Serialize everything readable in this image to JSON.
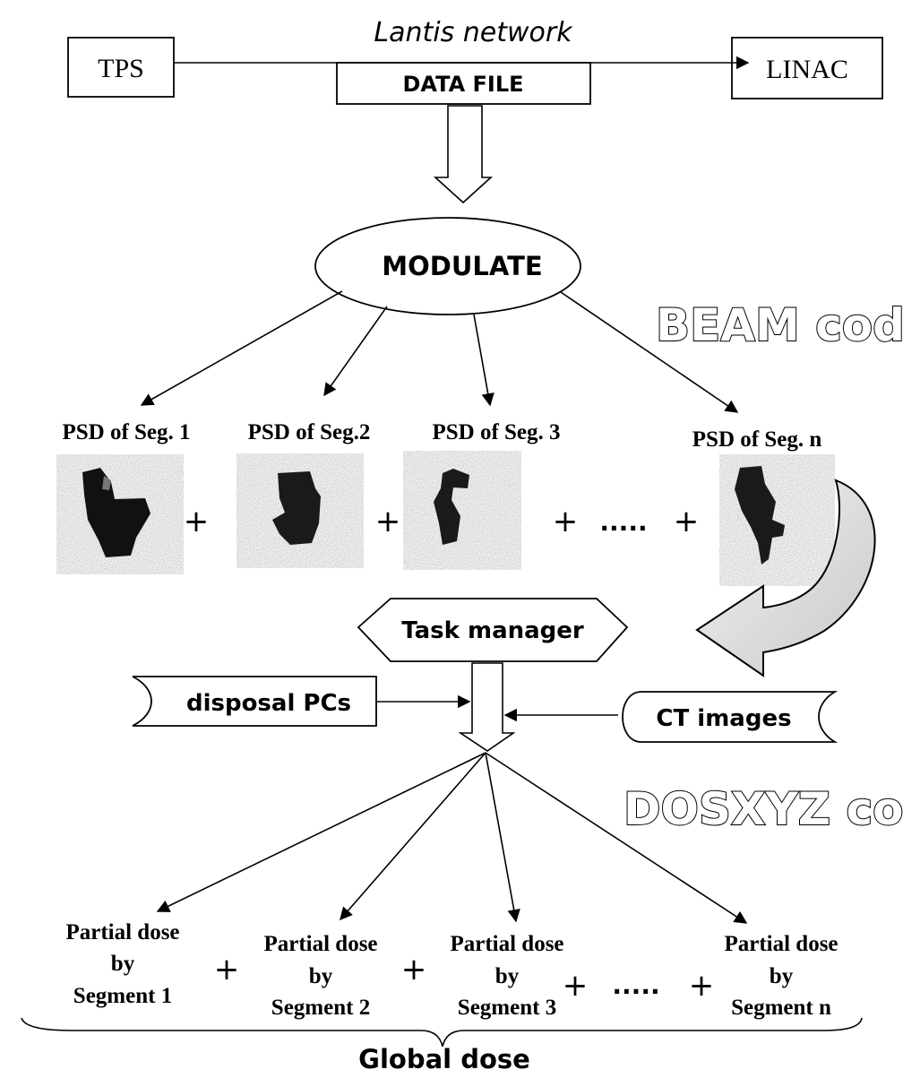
{
  "network": {
    "source": "TPS",
    "target": "LINAC",
    "label": "Lantis network",
    "data_file": "DATA FILE"
  },
  "modulate": "MODULATE",
  "beam_code": "BEAM code",
  "segments": [
    {
      "psd_label": "PSD of Seg. 1"
    },
    {
      "psd_label": "PSD of Seg.2"
    },
    {
      "psd_label": "PSD of Seg. 3"
    },
    {
      "psd_label": "PSD of Seg. n"
    }
  ],
  "operators": {
    "plus": "+",
    "ellipsis": "....."
  },
  "task_manager": "Task manager",
  "disposal_pcs": "disposal PCs",
  "ct_images": "CT images",
  "dosxyz_code": "DOSXYZ code",
  "partial_doses": [
    {
      "line1": "Partial dose",
      "line2": "by",
      "line3": "Segment 1"
    },
    {
      "line1": "Partial dose",
      "line2": "by",
      "line3": "Segment 2"
    },
    {
      "line1": "Partial dose",
      "line2": "by",
      "line3": "Segment 3"
    },
    {
      "line1": "Partial dose",
      "line2": "by",
      "line3": "Segment n"
    }
  ],
  "global_dose": "Global dose"
}
